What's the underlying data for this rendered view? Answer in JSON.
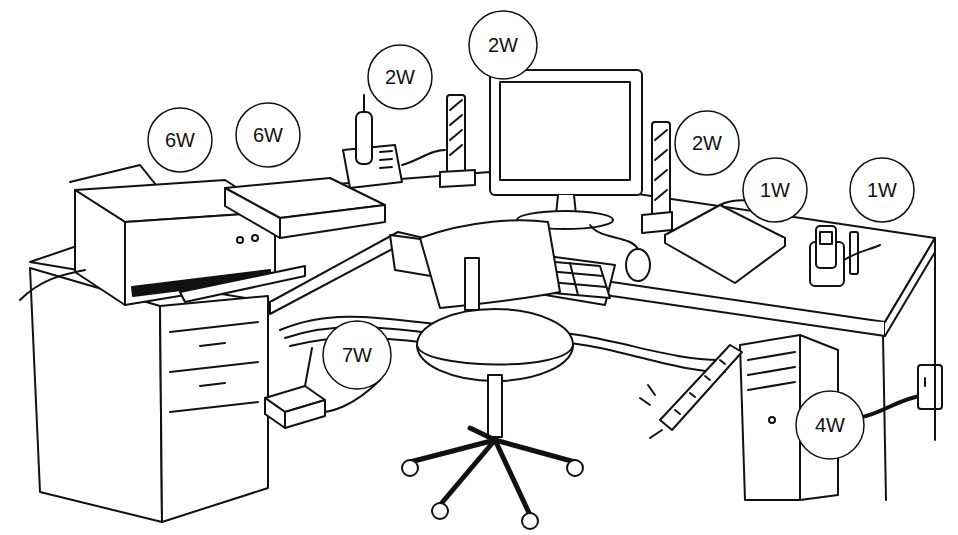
{
  "diagram": {
    "nodes": [
      {
        "text": [
          "6W"
        ]
      },
      {
        "text": [
          "6W"
        ]
      },
      {
        "text": [
          "2W"
        ]
      },
      {
        "text": [
          "2W"
        ]
      },
      {
        "text": [
          "2W"
        ]
      },
      {
        "text": [
          "1W"
        ]
      },
      {
        "text": [
          "1W"
        ]
      },
      {
        "text": [
          "7W"
        ]
      },
      {
        "text": [
          "4W"
        ]
      }
    ]
  }
}
